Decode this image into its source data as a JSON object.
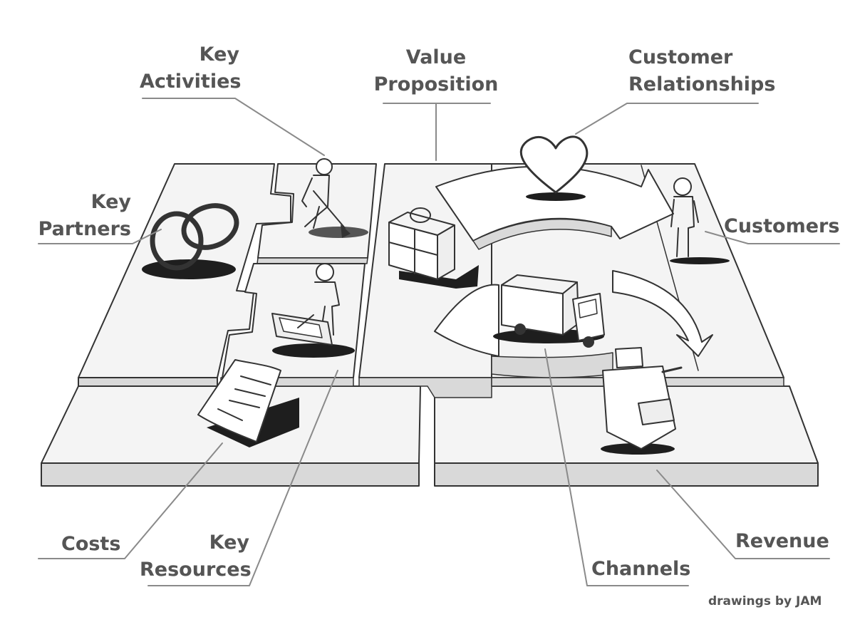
{
  "labels": {
    "key_activities": [
      "Key",
      "Activities"
    ],
    "value_proposition": [
      "Value",
      "Proposition"
    ],
    "customer_relationships": [
      "Customer",
      "Relationships"
    ],
    "key_partners": [
      "Key",
      "Partners"
    ],
    "customers": "Customers",
    "costs": "Costs",
    "key_resources": [
      "Key",
      "Resources"
    ],
    "channels": "Channels",
    "revenue": "Revenue"
  },
  "credit": "drawings by JAM",
  "colors": {
    "label_text": "#555555",
    "line": "#333333",
    "leader_line": "#8a8a8a",
    "slab_top": "#f4f4f4",
    "slab_side": "#d9d9d9",
    "shadow": "#1e1e1e"
  }
}
